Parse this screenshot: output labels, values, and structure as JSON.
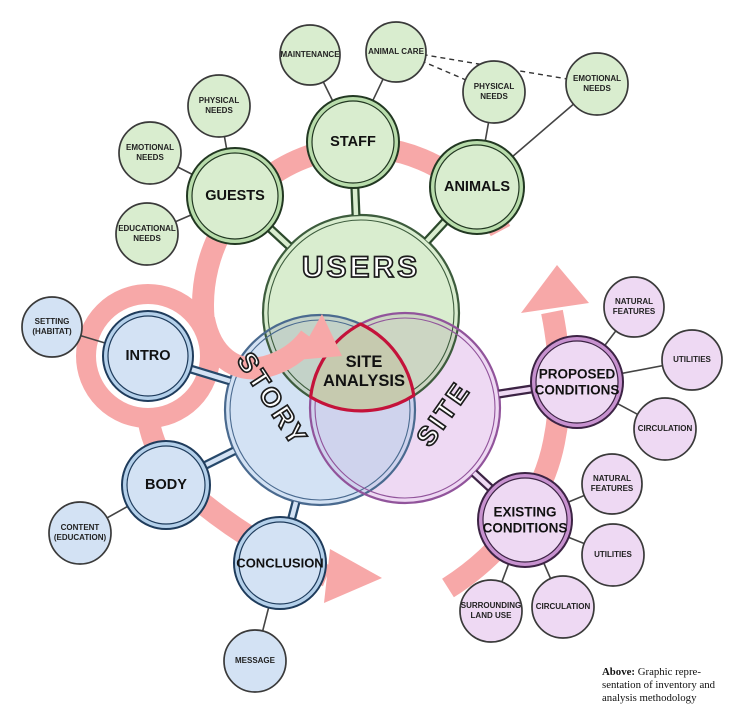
{
  "main": {
    "users": "USERS",
    "story": "STORY",
    "site": "SITE",
    "center": "SITE ANALYSIS"
  },
  "hubs": {
    "staff": "STAFF",
    "guests": "GUESTS",
    "animals": "ANIMALS",
    "intro": "INTRO",
    "body": "BODY",
    "conclusion": "CONCLUSION",
    "proposed": "PROPOSED CONDITIONS",
    "existing": "EXISTING CONDITIONS"
  },
  "satellites": {
    "maintenance": "MAINTENANCE",
    "animal_care": "ANIMAL CARE",
    "physical_needs_guests": "PHYSICAL NEEDS",
    "emotional_needs_guests": "EMOTIONAL NEEDS",
    "educational_needs": "EDUCATIONAL NEEDS",
    "physical_needs_animals": "PHYSICAL NEEDS",
    "emotional_needs_animals": "EMOTIONAL NEEDS",
    "setting_habitat": "SETTING (HABITAT)",
    "content_education": "CONTENT (EDUCATION)",
    "message": "MESSAGE",
    "natural_features_proposed": "NATURAL FEATURES",
    "utilities_proposed": "UTILITIES",
    "circulation_proposed": "CIRCULATION",
    "natural_features_existing": "NATURAL FEATURES",
    "utilities_existing": "UTILITIES",
    "circulation_existing": "CIRCULATION",
    "surrounding_land_use": "SURROUNDING LAND USE"
  },
  "caption": {
    "bold": "Above:",
    "line1_rest": " Graphic repre-",
    "line2": "sentation of inventory and",
    "line3": "analysis methodology"
  },
  "colors": {
    "users_fill": "#d9edcf",
    "story_fill": "#d3e2f4",
    "site_fill": "#eed9f3",
    "ribbon_pink": "#f7a8a8",
    "center_fill": "#c6caaf",
    "center_outline": "#c4123a"
  }
}
